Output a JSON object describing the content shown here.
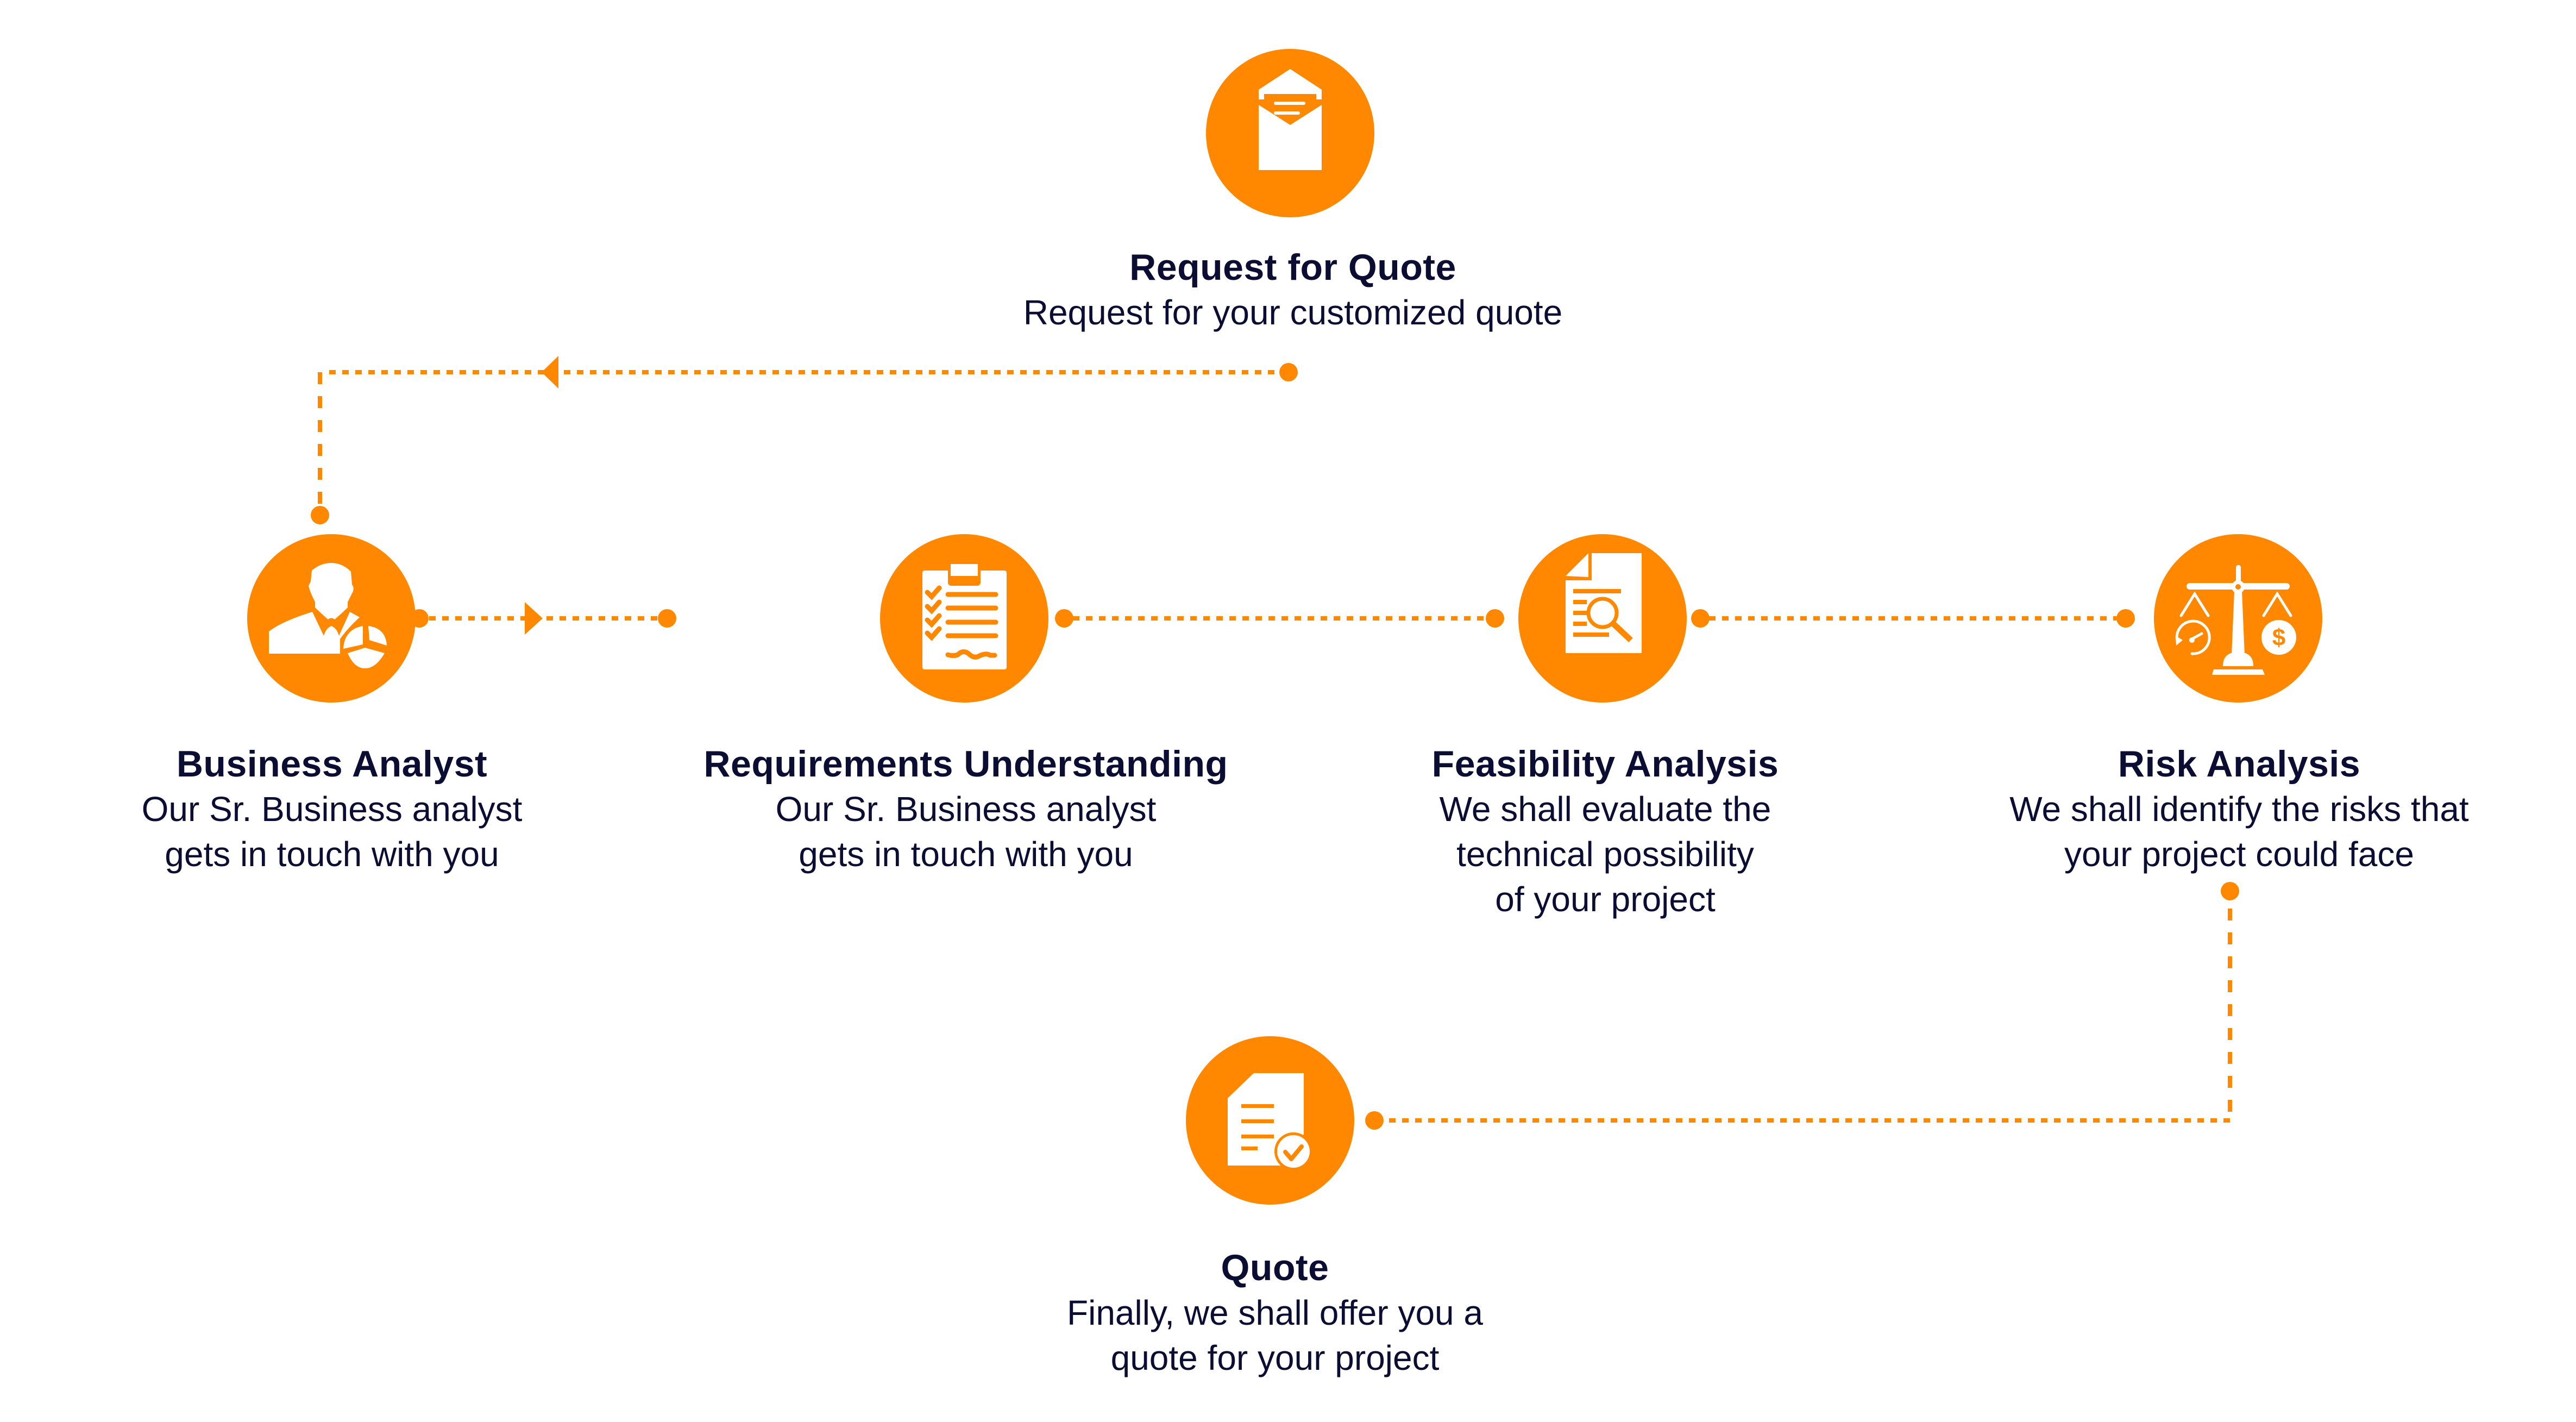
{
  "colors": {
    "accent": "#FF8800",
    "text": "#0B0D33",
    "icon": "#FFFFFF",
    "background": "#FFFFFF"
  },
  "steps": {
    "request_quote": {
      "title": "Request for Quote",
      "desc": [
        "Request for your customized quote"
      ],
      "icon": "open-envelope-icon"
    },
    "business_analyst": {
      "title": "Business Analyst",
      "desc": [
        "Our Sr. Business analyst",
        "gets in touch with you"
      ],
      "icon": "analyst-person-pie-chart-icon"
    },
    "requirements": {
      "title": "Requirements Understanding",
      "desc": [
        "Our Sr. Business analyst",
        "gets in touch with you"
      ],
      "icon": "clipboard-checklist-icon"
    },
    "feasibility": {
      "title": "Feasibility Analysis",
      "desc": [
        "We shall evaluate the",
        "technical possibility",
        "of your project"
      ],
      "icon": "document-magnifier-icon"
    },
    "risk": {
      "title": "Risk Analysis",
      "desc": [
        "We shall identify the risks that",
        "your project could face"
      ],
      "icon": "balance-scale-icon"
    },
    "quote": {
      "title": "Quote",
      "desc": [
        "Finally, we shall offer you a",
        "quote for your project"
      ],
      "icon": "document-check-icon"
    }
  },
  "flow": [
    {
      "from": "request_quote",
      "to": "business_analyst",
      "style": "dashed",
      "arrow": true
    },
    {
      "from": "business_analyst",
      "to": "requirements",
      "style": "dashed",
      "arrow": true
    },
    {
      "from": "requirements",
      "to": "feasibility",
      "style": "dashed",
      "arrow": false
    },
    {
      "from": "feasibility",
      "to": "risk",
      "style": "dashed",
      "arrow": false
    },
    {
      "from": "risk",
      "to": "quote",
      "style": "dashed",
      "arrow": false
    }
  ]
}
